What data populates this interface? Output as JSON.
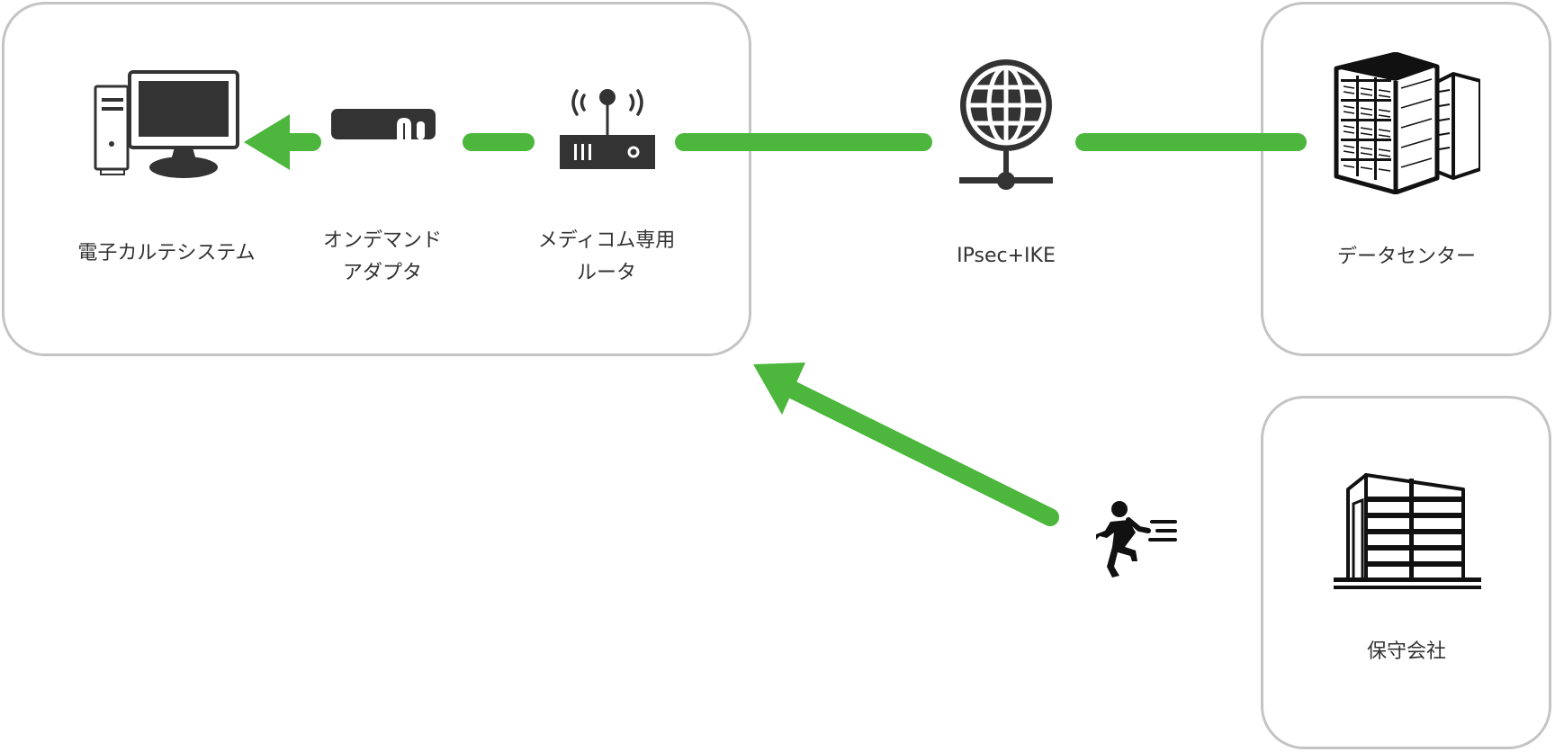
{
  "colors": {
    "accent": "#4cb63d",
    "icon": "#333333",
    "border": "#c4c4c4",
    "text": "#333333"
  },
  "nodes": {
    "emr": {
      "label": "電子カルテシステム",
      "icon": "desktop-computer-icon"
    },
    "adapter": {
      "label_line1": "オンデマンド",
      "label_line2": "アダプタ",
      "icon": "adapter-icon"
    },
    "router": {
      "label_line1": "メディコム専用",
      "label_line2": "ルータ",
      "icon": "router-icon"
    },
    "vpn": {
      "label": "IPsec+IKE",
      "icon": "globe-network-icon"
    },
    "datacenter": {
      "label": "データセンター",
      "icon": "server-rack-icon"
    },
    "maintenance": {
      "label": "保守会社",
      "icon": "office-building-icon"
    },
    "onsite": {
      "icon": "running-person-icon"
    }
  }
}
